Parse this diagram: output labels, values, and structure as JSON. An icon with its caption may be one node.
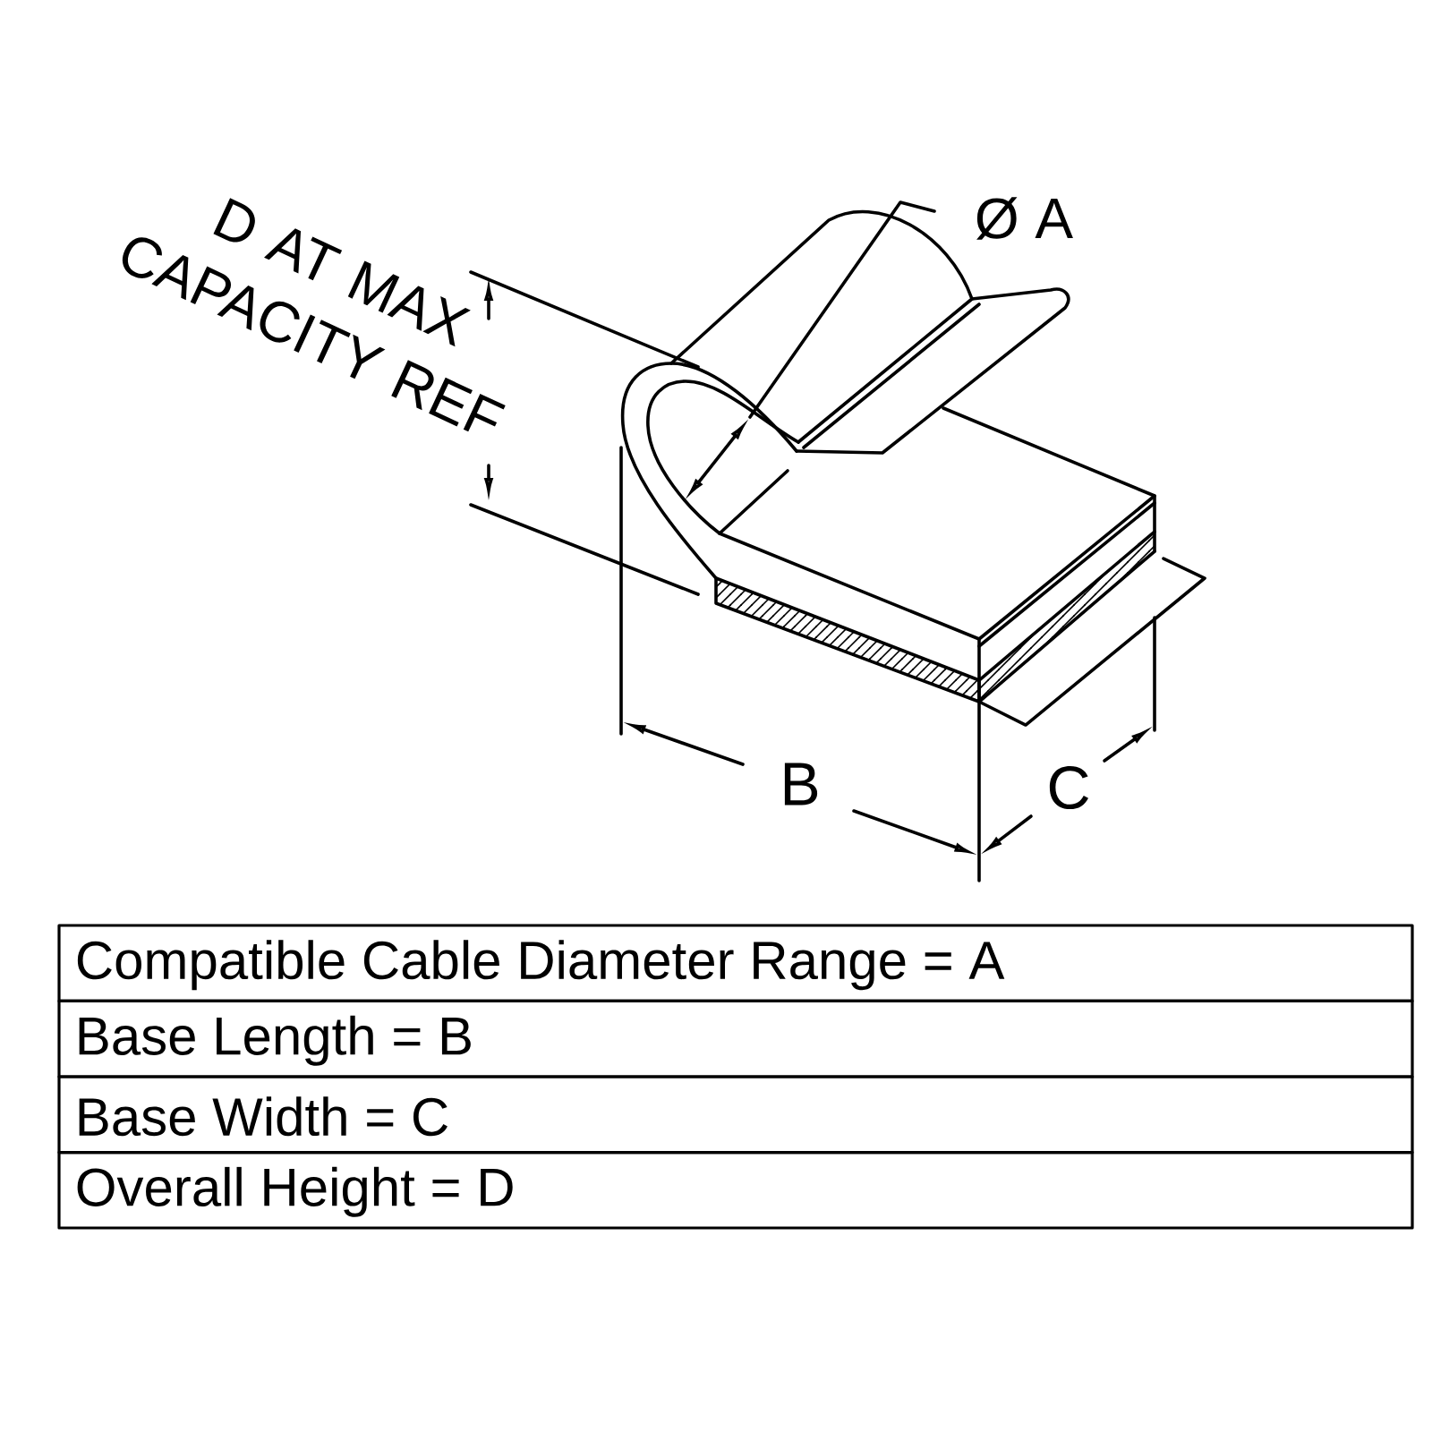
{
  "diagram": {
    "labels": [
      "D AT MAX CAPACITY REF",
      "Ø A",
      "B",
      "C",
      "Compatible Cable Diameter Range = A",
      "Base Length = B",
      "Base Width = C",
      "Overall Height = D"
    ]
  }
}
